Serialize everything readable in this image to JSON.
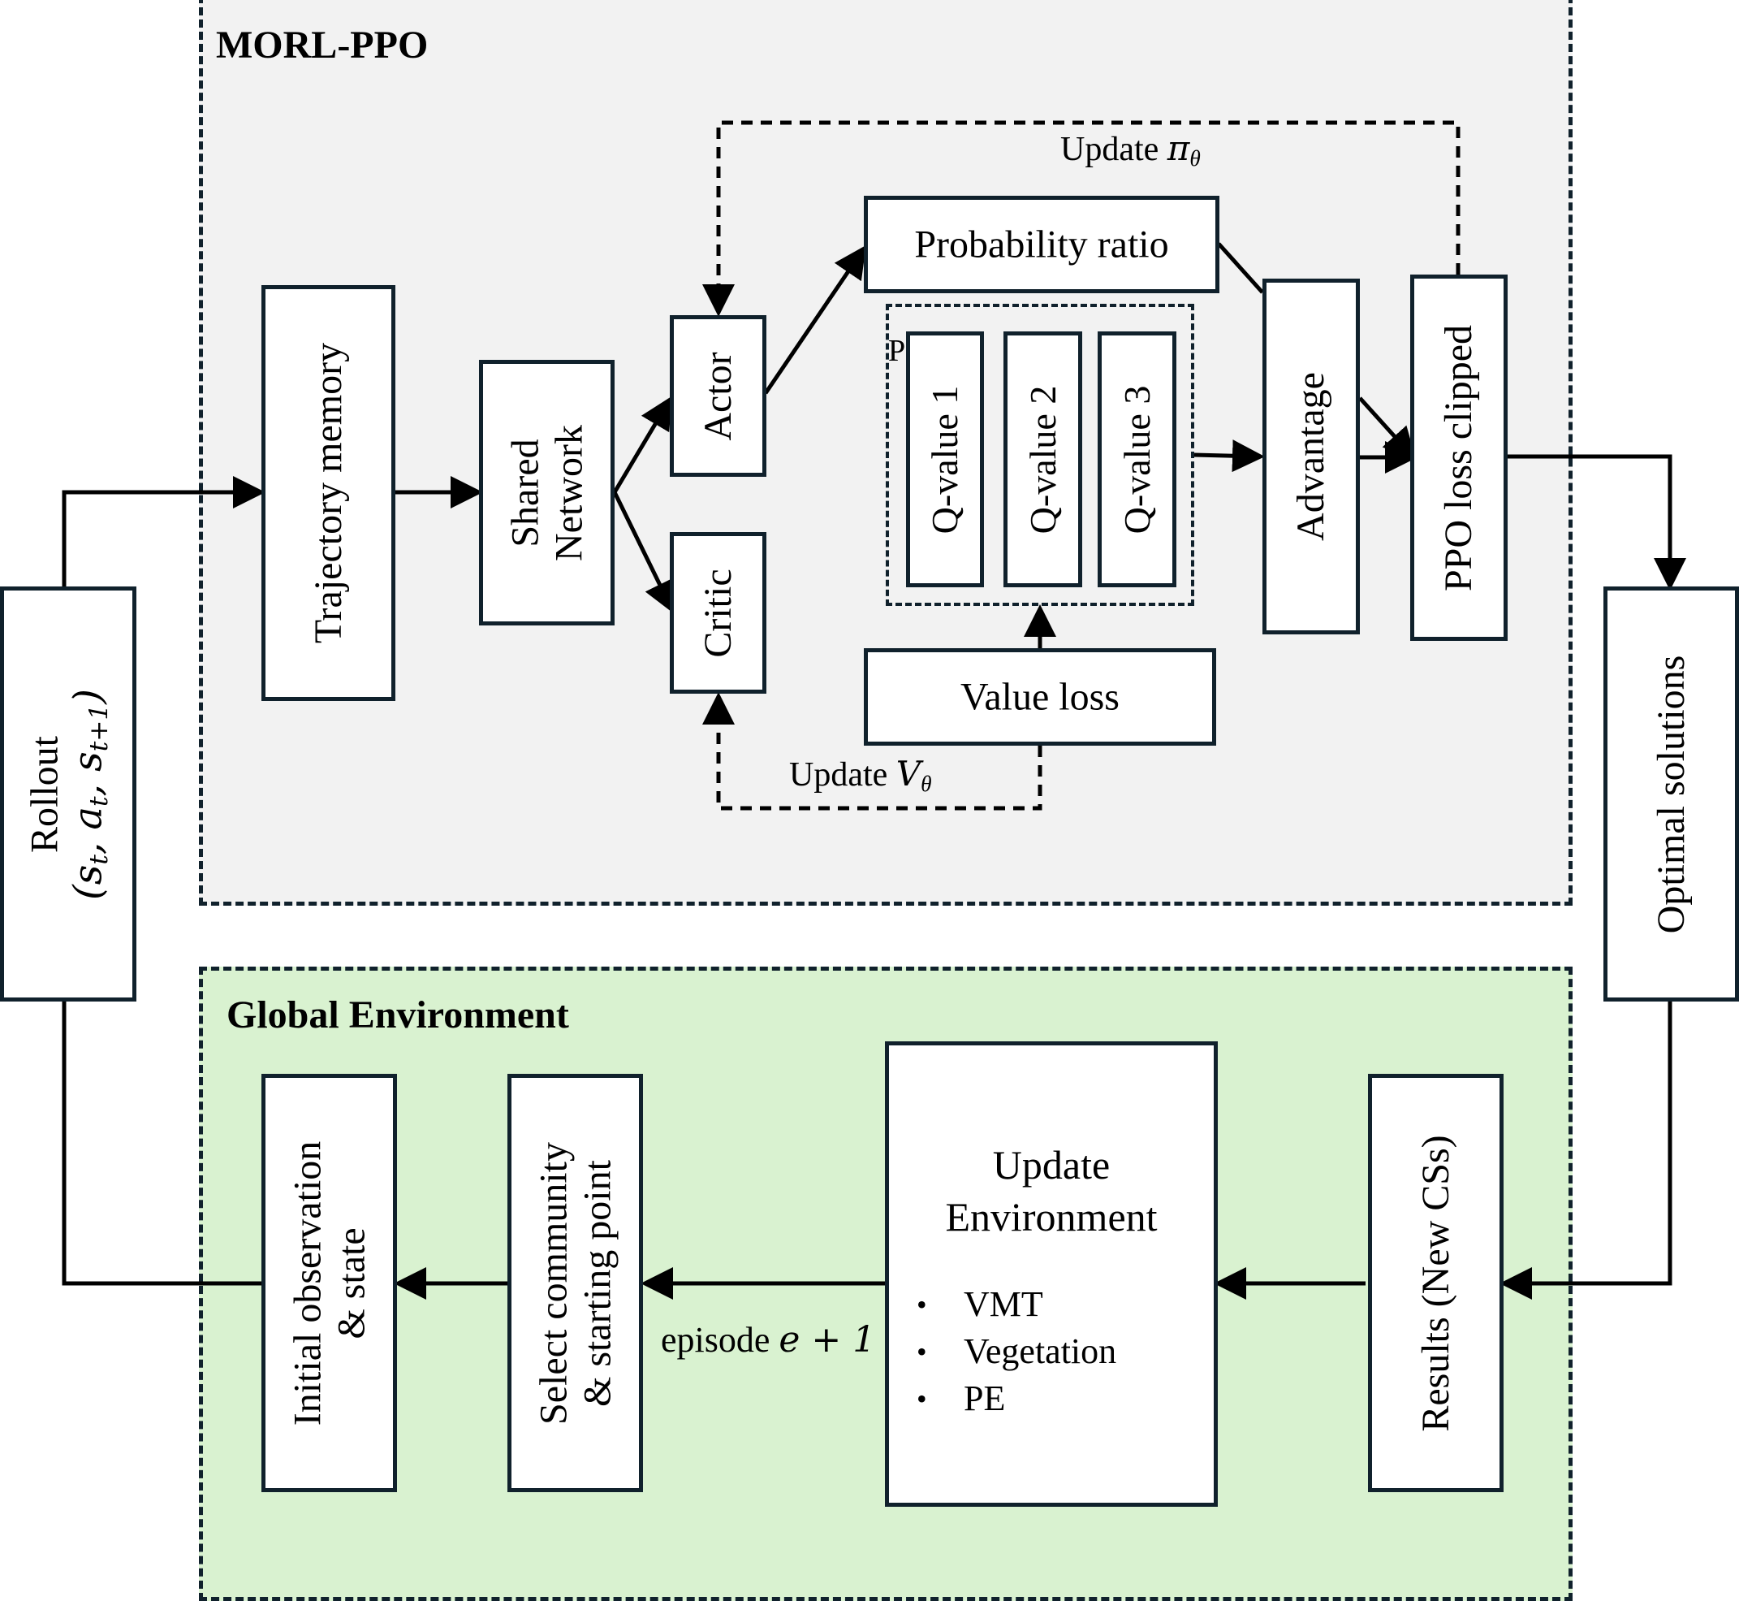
{
  "regions": {
    "morl": {
      "title": "MORL-PPO",
      "bg": "#f2f2f2"
    },
    "env": {
      "title": "Global Environment",
      "bg": "#d9f2d0"
    }
  },
  "boxes": {
    "rollout": {
      "label": "Rollout",
      "tuple": "(s_t, a_t, s_{t+1})"
    },
    "trajectory_memory": "Trajectory memory",
    "shared_network": {
      "line1": "Shared",
      "line2": "Network"
    },
    "actor": "Actor",
    "critic": "Critic",
    "probability_ratio": "Probability ratio",
    "q_values": [
      "Q-value 1",
      "Q-value 2",
      "Q-value 3"
    ],
    "value_loss": "Value loss",
    "advantage": "Advantage",
    "ppo_loss_clipped": "PPO loss clipped",
    "optimal_solutions": "Optimal solutions",
    "initial_observation": {
      "line1": "Initial observation",
      "line2": "& state"
    },
    "select_community": {
      "line1": "Select community",
      "line2": "& starting point"
    },
    "update_environment": {
      "line1": "Update",
      "line2": "Environment",
      "items": [
        "VMT",
        "Vegetation",
        "PE"
      ]
    },
    "results": "Results (New CSs)"
  },
  "edge_labels": {
    "update_pi": {
      "prefix": "Update ",
      "symbol": "π",
      "subscript": "θ"
    },
    "update_v": {
      "prefix": "Update ",
      "symbol": "V",
      "subscript": "θ"
    },
    "episode": {
      "prefix": "episode ",
      "expr": "e + 1"
    }
  },
  "partial_label": "P"
}
